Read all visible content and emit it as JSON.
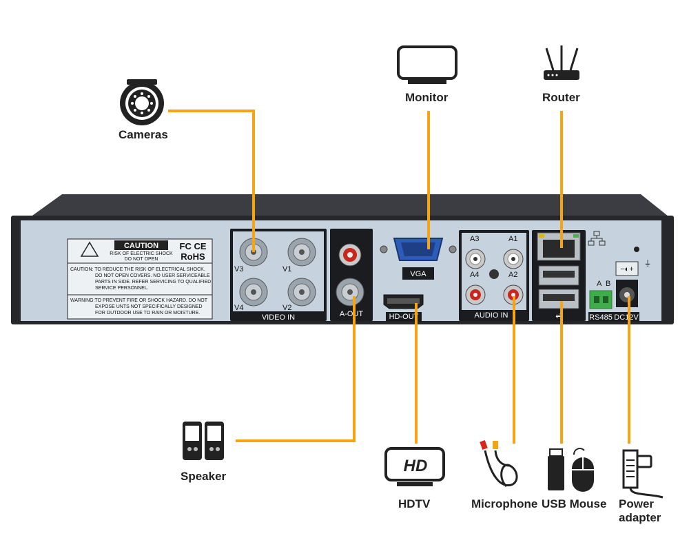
{
  "devices": {
    "cameras": "Cameras",
    "monitor": "Monitor",
    "router": "Router",
    "speaker": "Speaker",
    "hdtv": "HDTV",
    "hdtv_icon_text": "HD",
    "microphone": "Microphone",
    "usb_mouse": "USB Mouse",
    "power_adapter_line1": "Power",
    "power_adapter_line2": "adapter"
  },
  "panel": {
    "video_in": "VIDEO IN",
    "v1": "V1",
    "v2": "V2",
    "v3": "V3",
    "v4": "V4",
    "a_out": "A-OUT",
    "vga": "VGA",
    "hd_out": "HD-OUT",
    "audio_in": "AUDIO IN",
    "a1": "A1",
    "a2": "A2",
    "a3": "A3",
    "a4": "A4",
    "rs485": "RS485",
    "rs485_a": "A",
    "rs485_b": "B",
    "dc": "DC12V",
    "polarity": "−◐+"
  },
  "warning_label": {
    "title": "CAUTION",
    "sub1": "RISK OF ELECTRIC SHOCK",
    "sub2": "DO NOT OPEN",
    "certs1": "FC CE",
    "certs2": "RoHS",
    "caution": [
      "CAUTION: TO REDUCE THE RISK OF ELECTRICAL SHOCK.",
      "DO NOT OPEN COVERS. NO USER SERVICEABLE",
      "PARTS IN SIDE. REFER SERVICING TO QUALIFIED",
      "SERVICE PERSONNEL."
    ],
    "warning": [
      "WARNING:TO PREVENT FIRE OR SHOCK HAZARD. DO NOT",
      "EXPOSE UNTS NOT SPECIFICALLY DESIGNED",
      "FOR OUTDOOR USE TO RAIN OR MOISTURE."
    ]
  },
  "colors": {
    "connector_line": "#f5a512",
    "panel": "#c9d6e2",
    "chassis": "#2a2c30"
  }
}
